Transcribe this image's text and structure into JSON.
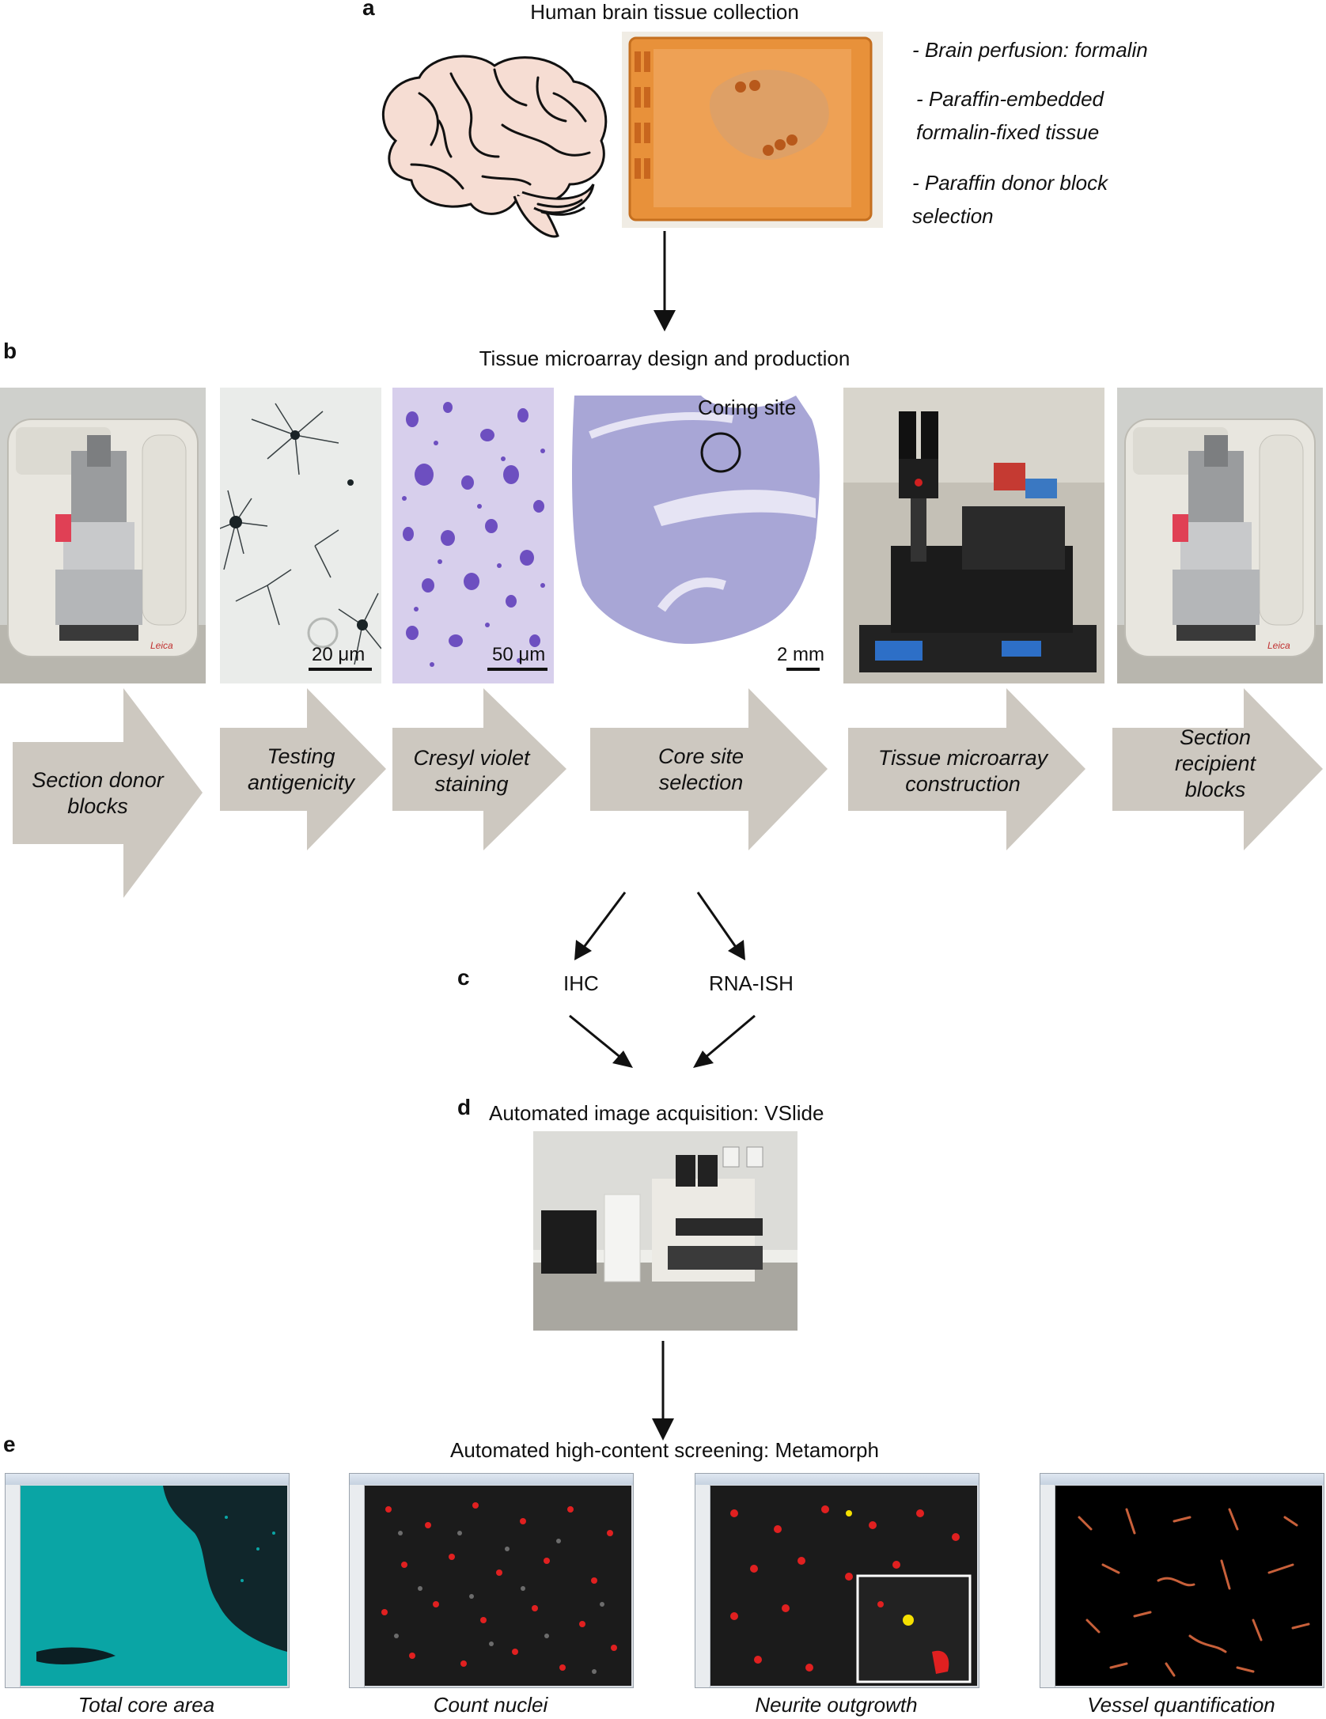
{
  "panels": {
    "a": {
      "letter": "a",
      "title": "Human brain tissue collection",
      "notes": [
        "- Brain perfusion: formalin",
        "- Paraffin-embedded\nformalin-fixed tissue",
        "- Paraffin donor block\nselection"
      ]
    },
    "b": {
      "letter": "b",
      "title": "Tissue microarray design and production",
      "coring_site": "Coring site",
      "scalebars": [
        "20 μm",
        "50 μm",
        "2 mm"
      ],
      "steps": [
        "Section donor\nblocks",
        "Testing\nantigenicity",
        "Cresyl violet\nstaining",
        "Core site\nselection",
        "Tissue microarray\nconstruction",
        "Section\nrecipient\nblocks"
      ]
    },
    "c": {
      "letter": "c",
      "left": "IHC",
      "right": "RNA-ISH"
    },
    "d": {
      "letter": "d",
      "title": "Automated image acquisition: VSlide"
    },
    "e": {
      "letter": "e",
      "title": "Automated high-content screening: Metamorph",
      "captions": [
        "Total core area",
        "Count nuclei",
        "Neurite outgrowth",
        "Vessel quantification"
      ]
    }
  },
  "colors": {
    "arrow_fill": "#cdc8c0",
    "paraffin_block": "#e8913a",
    "cresyl_violet": "#7a5fc9",
    "core_area": "#0aa5a5",
    "nuclei": "#e02020",
    "vessels": "#c8603a"
  }
}
